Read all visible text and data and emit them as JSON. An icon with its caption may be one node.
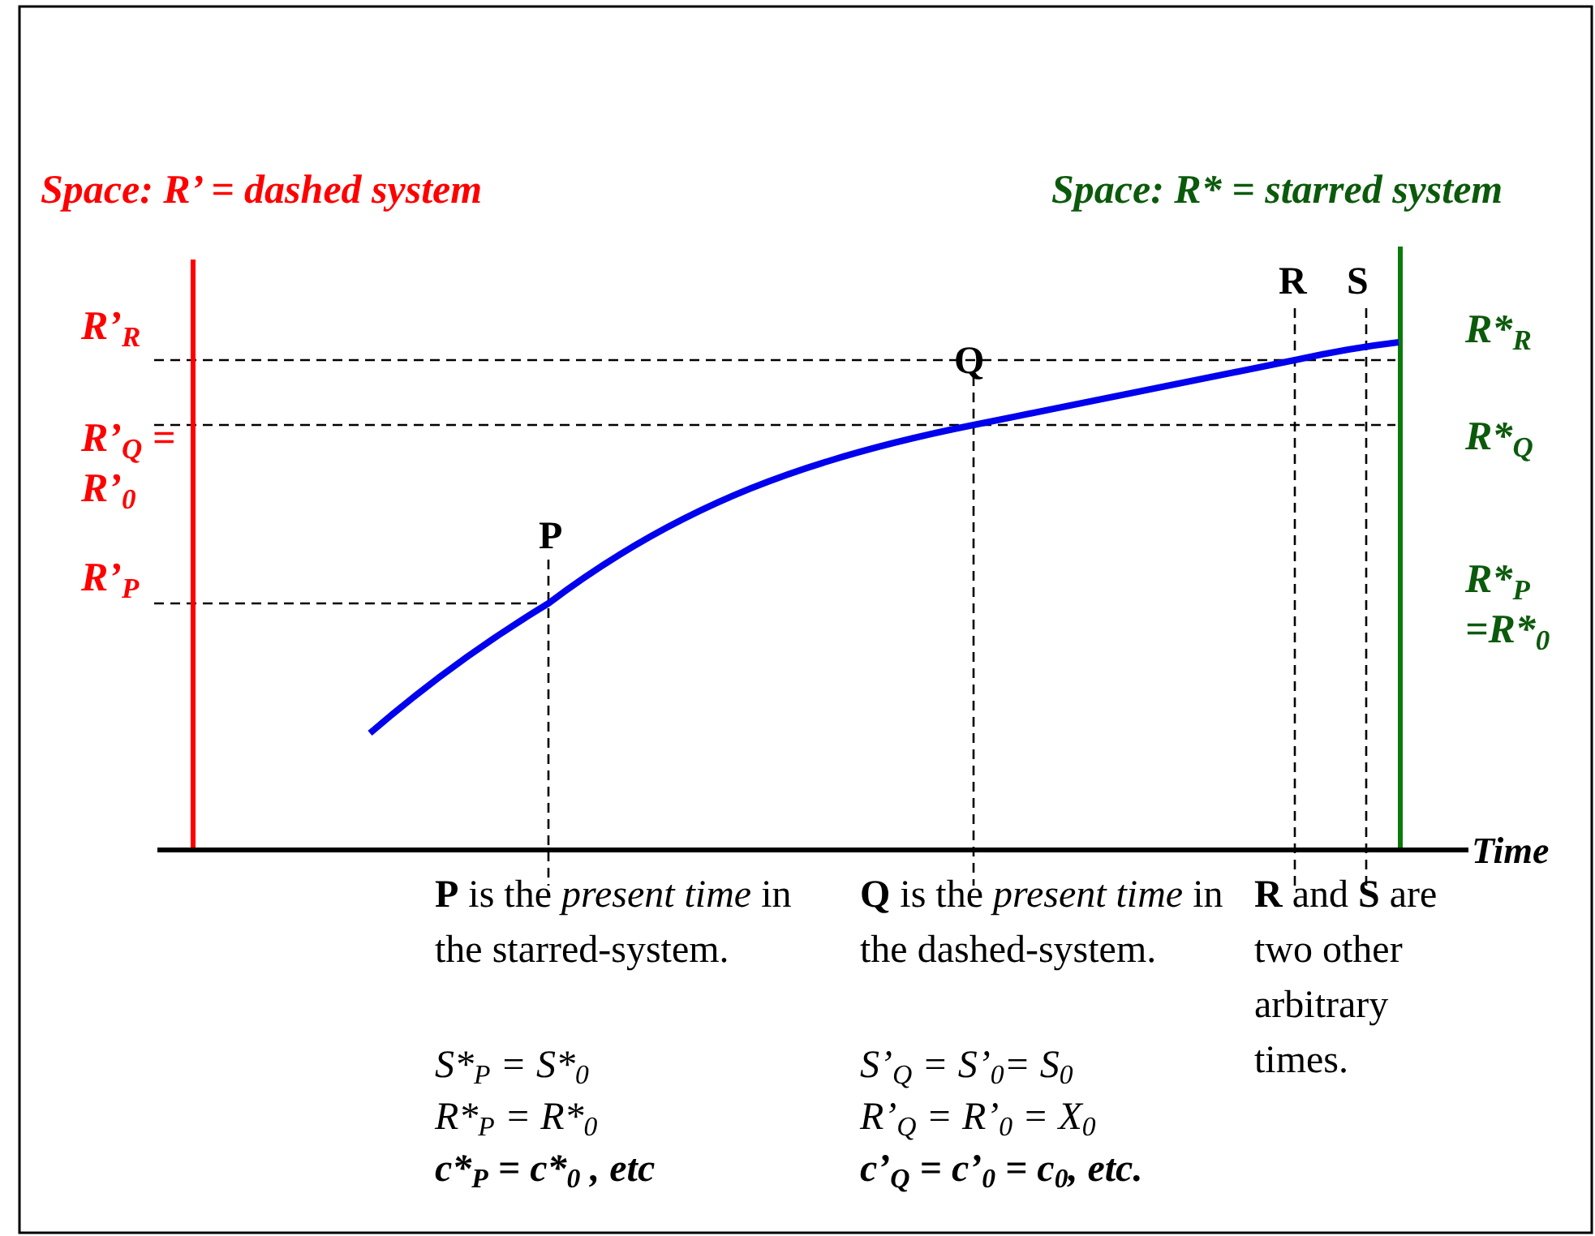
{
  "diagram": {
    "labels": [
      "Space: R’ = dashed system",
      "Space: R* = starred system",
      "R",
      "S",
      "R’$_{R}$",
      "R*$_{R}$",
      "Q",
      "R’$_{Q}$ = R’$_{0}$",
      "R*$_{Q}$",
      "P",
      "R’$_{P}$",
      "R*$_{P}$ =R*$_{0}$",
      "Time",
      "**P** is the *present time* in the starred-system.",
      "**Q** is the *present time* in the dashed-system.",
      "**R** and **S** are two other arbitrary times.",
      "S*$_{P}$ = S*$_{0}$",
      "S’$_{Q}$ = S’$_{0}$= S$_{0}$",
      "R*$_{P}$ = R*$_{0}$",
      "R’$_{Q}$ = R’$_{0}$ = X$_{0}$",
      "c*$_{P}$ = c*$_{0}$ , etc",
      "c’$_{Q}$ = c’$_{0}$ = c$_{0}$, etc."
    ]
  }
}
